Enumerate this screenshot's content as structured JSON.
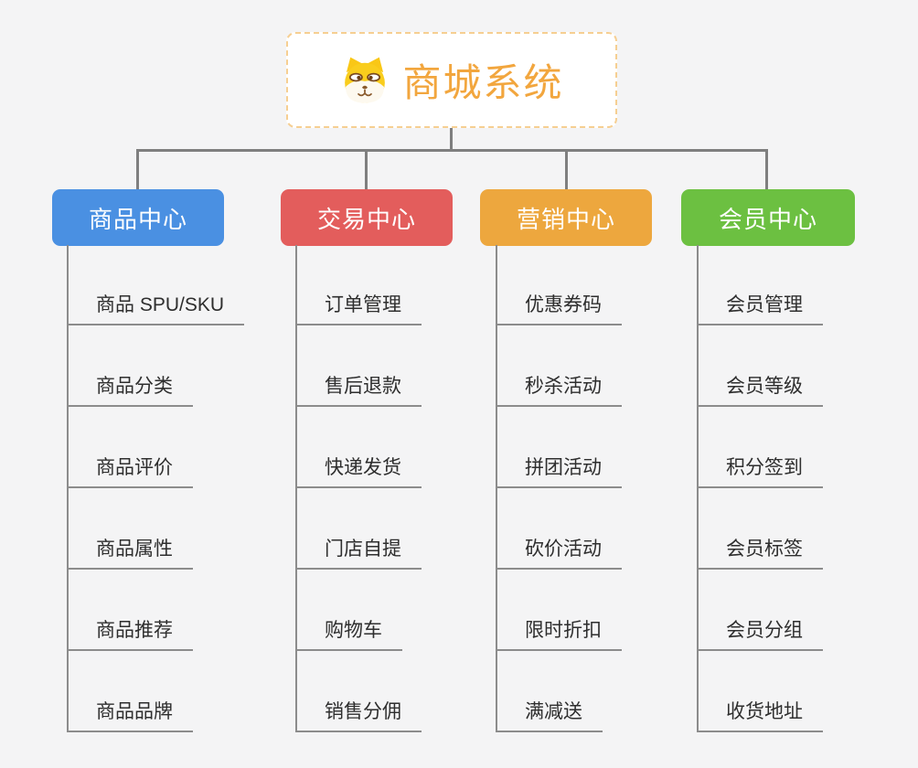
{
  "root": {
    "label": "商城系统",
    "icon": "dog-face-icon",
    "text_color": "#f2a63e",
    "border_color": "#f6cf92",
    "background": "#ffffff"
  },
  "branches": [
    {
      "label": "商品中心",
      "color": "#4a90e2",
      "items": [
        "商品 SPU/SKU",
        "商品分类",
        "商品评价",
        "商品属性",
        "商品推荐",
        "商品品牌"
      ]
    },
    {
      "label": "交易中心",
      "color": "#e35d5c",
      "items": [
        "订单管理",
        "售后退款",
        "快递发货",
        "门店自提",
        "购物车",
        "销售分佣"
      ]
    },
    {
      "label": "营销中心",
      "color": "#eda73e",
      "items": [
        "优惠券码",
        "秒杀活动",
        "拼团活动",
        "砍价活动",
        "限时折扣",
        "满减送"
      ]
    },
    {
      "label": "会员中心",
      "color": "#6cc041",
      "items": [
        "会员管理",
        "会员等级",
        "积分签到",
        "会员标签",
        "会员分组",
        "收货地址"
      ]
    }
  ],
  "connector_color": "#7f7f7f",
  "background_color": "#f4f4f5"
}
